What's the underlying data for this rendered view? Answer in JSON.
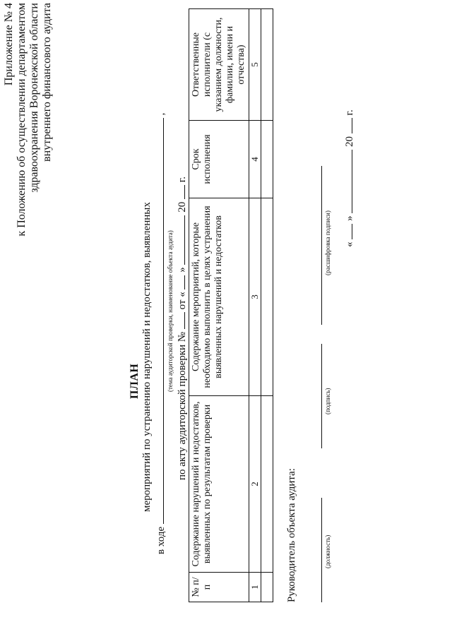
{
  "appendix": {
    "line1": "Приложение № 4",
    "line2": "к Положению об осуществлении департаментом",
    "line3": "здравоохранения Воронежской области",
    "line4": "внутреннего финансового аудита"
  },
  "header": {
    "title": "ПЛАН",
    "subtitle": "мероприятий по устранению нарушений и недостатков, выявленных",
    "in_course_label": "в ходе",
    "comma": ",",
    "topic_caption": "(тема аудиторской проверки, наименование объекта аудита)",
    "act_label": "по акту аудиторской проверки №",
    "from_label": "от «",
    "quote_close": "»",
    "year_prefix": "20",
    "year_suffix": "г."
  },
  "table": {
    "headers": [
      "№ п/п",
      "Содержание нарушений и недостатков, выявленных по результатам проверки",
      "Содержание мероприятий, которые необходимо выполнить в целях устранения выявленных нарушений и недостатков",
      "Срок исполнения",
      "Ответственные исполнители (с указанием должности, фамилии, имени и отчества)"
    ],
    "numbers": [
      "1",
      "2",
      "3",
      "4",
      "5"
    ]
  },
  "footer": {
    "head_label": "Руководитель объекта аудита:",
    "position_caption": "(должность)",
    "signature_caption": "(подпись)",
    "decode_caption": "(расшифровка подписи)",
    "date_open": "«",
    "date_close": "»",
    "year_prefix": "20",
    "year_suffix": "г."
  }
}
